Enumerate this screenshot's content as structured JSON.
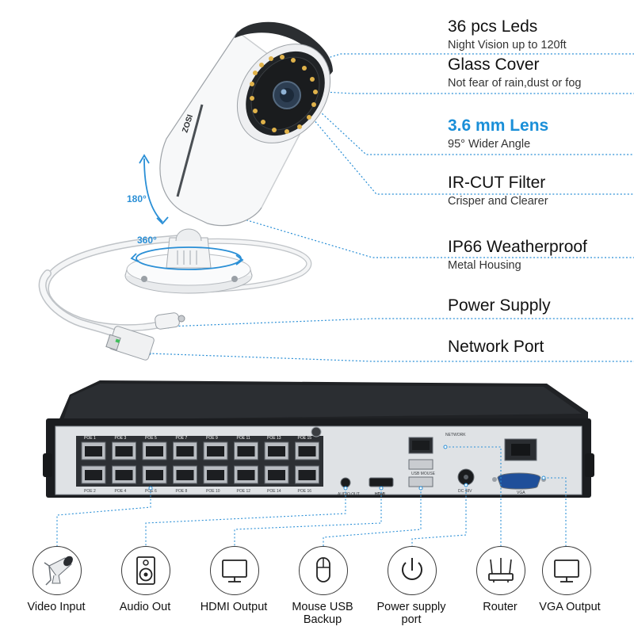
{
  "features": [
    {
      "title": "36 pcs Leds",
      "subtitle": "Night Vision up to 120ft"
    },
    {
      "title": "Glass Cover",
      "subtitle": "Not fear of rain,dust or fog"
    },
    {
      "title": "3.6 mm Lens",
      "subtitle": "95° Wider Angle"
    },
    {
      "title": "IR-CUT Filter",
      "subtitle": "Crisper and Clearer"
    },
    {
      "title": "IP66 Weatherproof",
      "subtitle": "Metal Housing"
    },
    {
      "title": "Power Supply"
    },
    {
      "title": "Network Port"
    }
  ],
  "accent_color": "#1a8fd8",
  "line_color": "#2a8fd6",
  "camera": {
    "brand": "ZOSI",
    "tilt": "180°",
    "pan": "360°"
  },
  "nvr": {
    "poe_top": [
      "POE 1",
      "POE 3",
      "POE 5",
      "POE 7",
      "POE 9",
      "POE 11",
      "POE 13",
      "POE 15"
    ],
    "poe_bottom": [
      "POE 2",
      "POE 4",
      "POE 6",
      "POE 8",
      "POE 10",
      "POE 12",
      "POE 14",
      "POE 16"
    ],
    "audio_out": "AUDIO OUT",
    "hdmi": "HDMI",
    "usb": "USB MOUSE",
    "dc": "DC 48V",
    "network": "NETWORK",
    "vga": "VGA"
  },
  "ports": [
    {
      "label": "Video Input",
      "icon": "bullet-camera-icon"
    },
    {
      "label": "Audio Out",
      "icon": "speaker-icon"
    },
    {
      "label": "HDMI Output",
      "icon": "monitor-icon"
    },
    {
      "label": "Mouse USB Backup",
      "icon": "mouse-icon"
    },
    {
      "label": "Power supply port",
      "icon": "power-icon"
    },
    {
      "label": "Router",
      "icon": "router-icon"
    },
    {
      "label": "VGA Output",
      "icon": "monitor-icon"
    }
  ]
}
